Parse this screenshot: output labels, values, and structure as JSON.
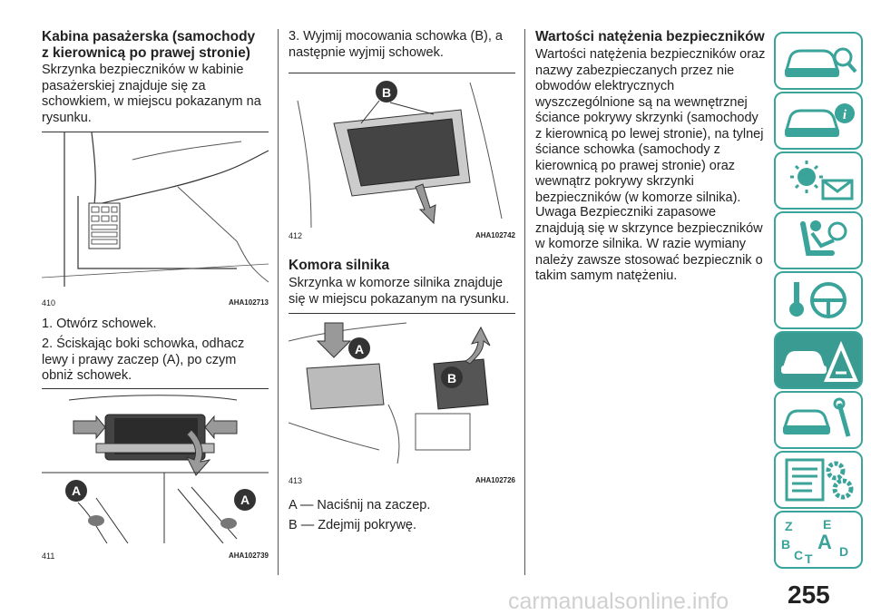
{
  "col1": {
    "heading": "Kabina pasażerska (samochody\nz kierownicą po prawej stronie)",
    "intro": "Skrzynka bezpieczników w kabinie pasażerskiej znajduje się za schowkiem, w miejscu pokazanym na rysunku.",
    "fig1": {
      "num": "410",
      "code": "AHA102713"
    },
    "step1": "1. Otwórz schowek.",
    "step2": "2. Ściskając boki schowka, odhacz lewy i prawy zaczep (A), po czym obniż schowek.",
    "fig2": {
      "num": "411",
      "code": "AHA102739",
      "label_a": "A"
    }
  },
  "col2": {
    "step3": "3. Wyjmij mocowania schowka (B), a następnie wyjmij schowek.",
    "fig3": {
      "num": "412",
      "code": "AHA102742",
      "label_b": "B"
    },
    "heading": "Komora silnika",
    "intro": "Skrzynka w komorze silnika znajduje się w miejscu pokazanym na rysunku.",
    "fig4": {
      "num": "413",
      "code": "AHA102726",
      "label_a": "A",
      "label_b": "B"
    },
    "legend_a": "A — Naciśnij na zaczep.",
    "legend_b": "B — Zdejmij pokrywę."
  },
  "col3": {
    "heading": "Wartości natężenia bezpieczników",
    "para1": "Wartości natężenia bezpieczników oraz nazwy zabezpieczanych przez nie obwodów elektrycznych wyszczególnione są na wewnętrznej ściance pokrywy skrzynki (samochody z kierownicą po lewej stronie), na tylnej ściance schowka (samochody z kierownicą po prawej stronie) oraz wewnątrz pokrywy skrzynki bezpieczników (w komorze silnika).",
    "para2": "Uwaga  Bezpieczniki zapasowe znajdują się w skrzynce bezpieczników w komorze silnika. W razie wymiany należy zawsze stosować bezpiecznik o takim samym natężeniu."
  },
  "tabs": [
    {
      "icon": "car-search-icon",
      "active": false
    },
    {
      "icon": "car-info-icon",
      "active": false
    },
    {
      "icon": "warning-light-message-icon",
      "active": false
    },
    {
      "icon": "seat-airbag-icon",
      "active": false
    },
    {
      "icon": "key-steering-wheel-icon",
      "active": false
    },
    {
      "icon": "car-breakdown-warning-icon",
      "active": true
    },
    {
      "icon": "car-service-tools-icon",
      "active": false
    },
    {
      "icon": "specifications-gears-icon",
      "active": false
    },
    {
      "icon": "alphabetical-index-icon",
      "active": false,
      "letters": [
        "Z",
        "E",
        "B",
        "A",
        "C",
        "T",
        "D"
      ]
    }
  ],
  "page_number": "255",
  "watermark": "carmanualsonline.info",
  "accent_color": "#3a9b92"
}
